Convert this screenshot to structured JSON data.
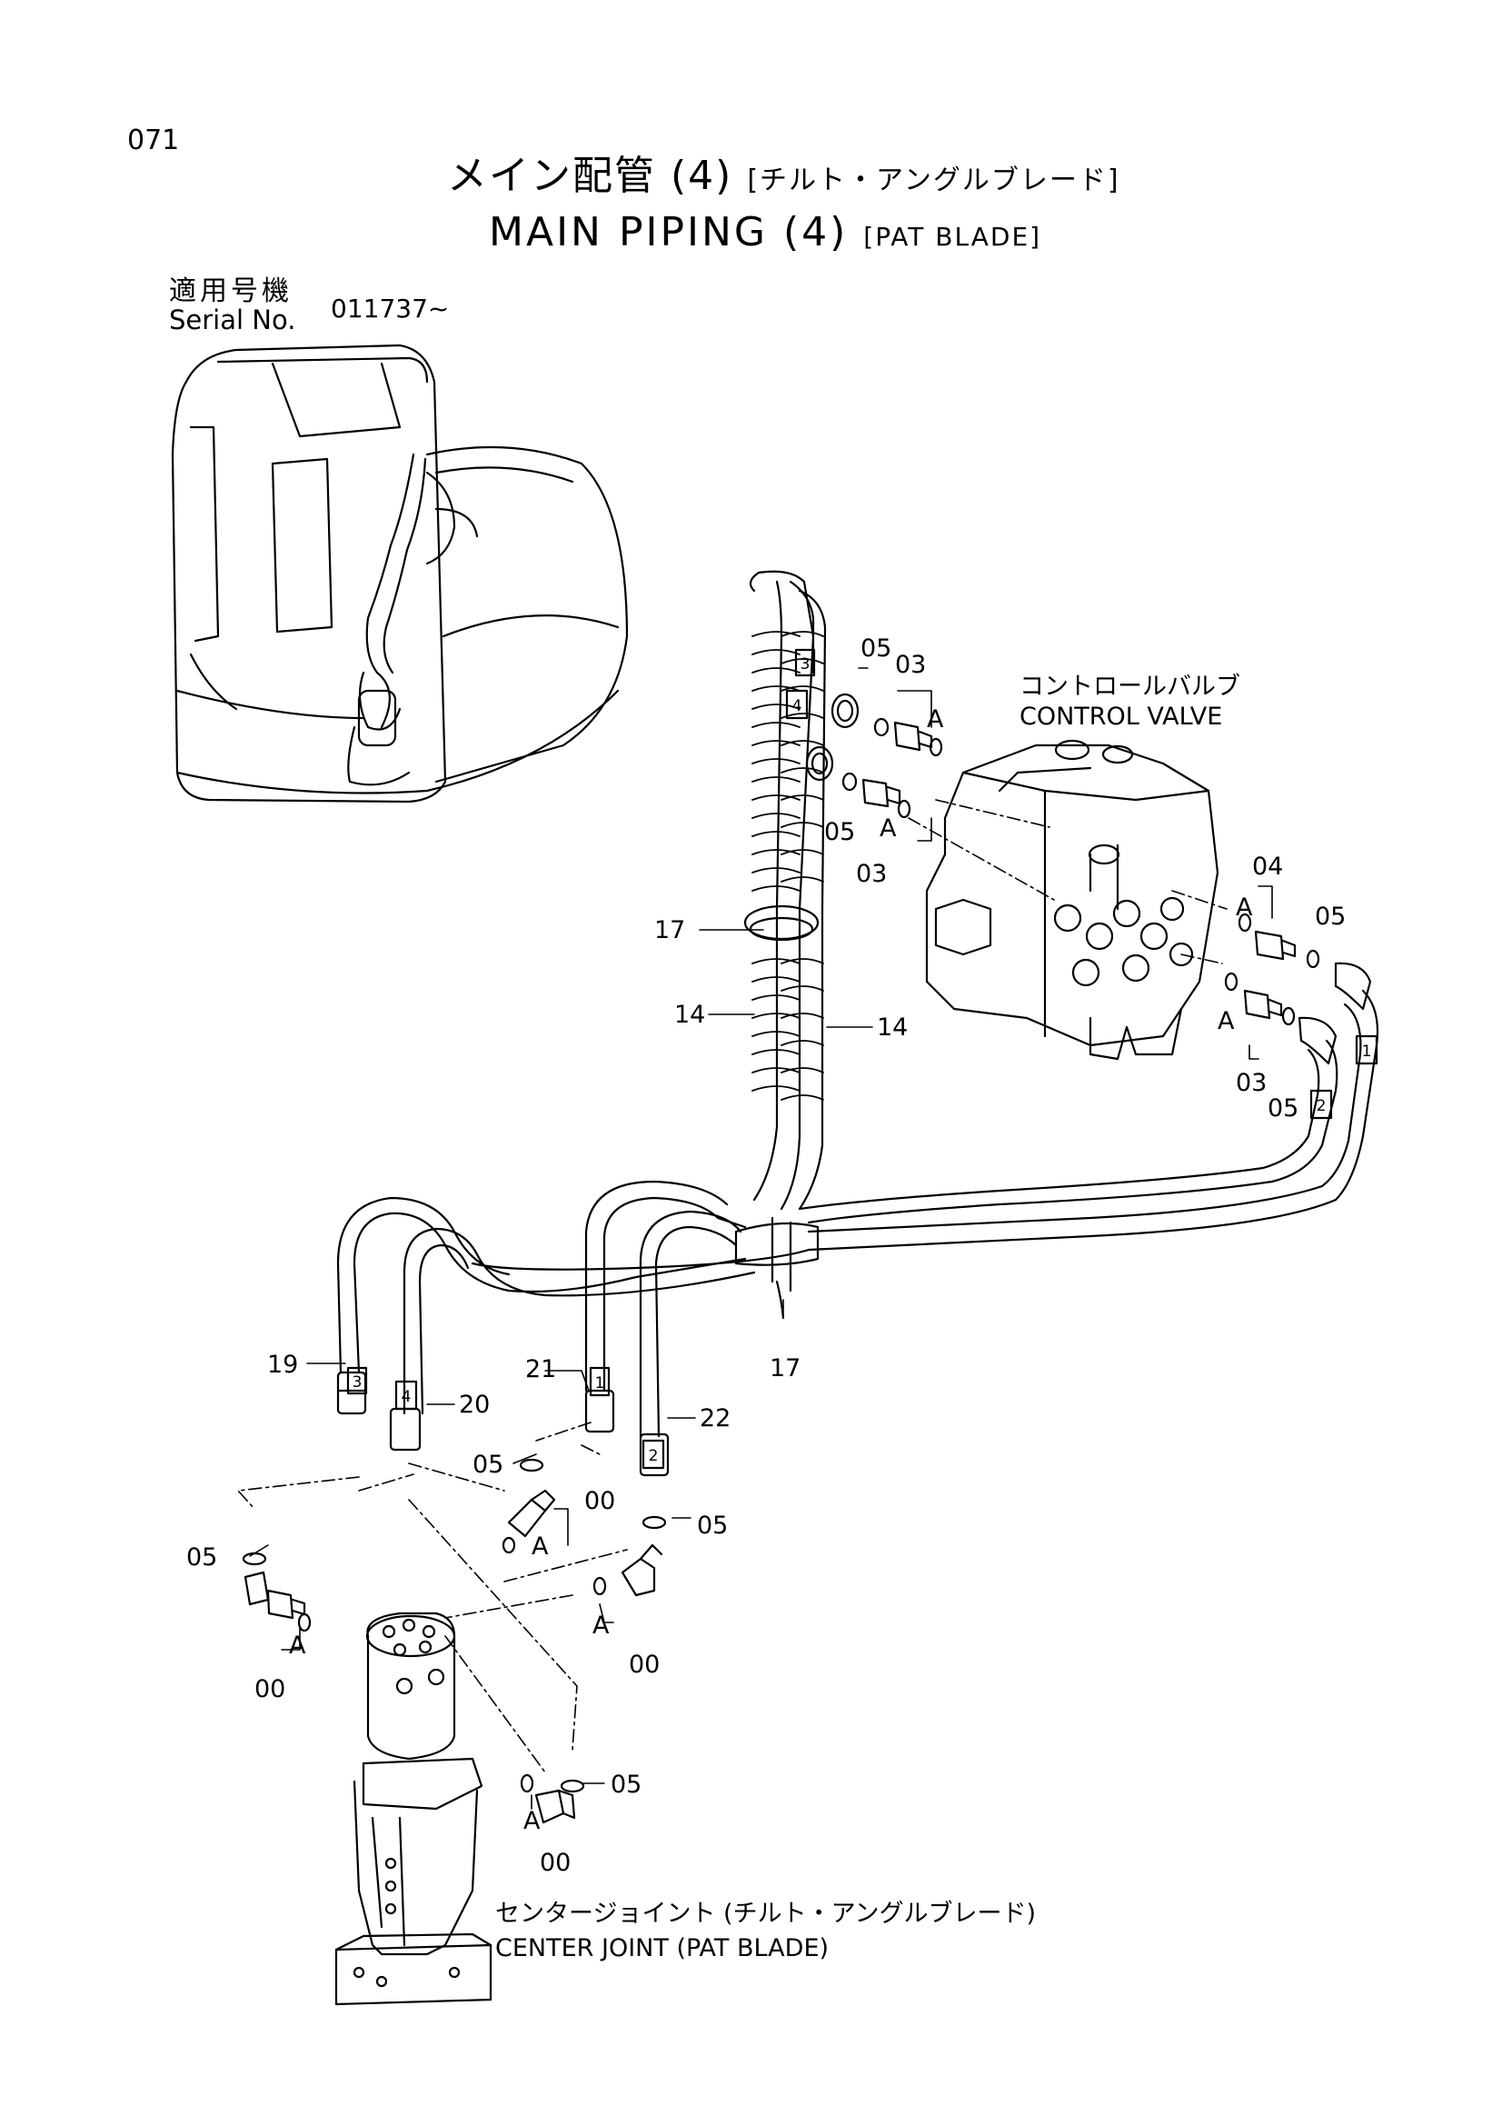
{
  "page_number": "071",
  "title": {
    "jp_main": "メイン配管 (4)",
    "jp_sub": "[チルト・アングルブレード]",
    "en_main": "MAIN PIPING (4)",
    "en_sub": "[PAT BLADE]"
  },
  "serial": {
    "label_jp": "適用号機",
    "label_en": "Serial No.",
    "value": "011737~"
  },
  "captions": {
    "control_valve_jp": "コントロールバルブ",
    "control_valve_en": "CONTROL VALVE",
    "center_joint_jp": "センタージョイント (チルト・アングルブレード)",
    "center_joint_en": "CENTER JOINT (PAT BLADE)"
  },
  "part_labels": {
    "p05_a": "05",
    "p03_a": "03",
    "A_a": "A",
    "p05_b": "05",
    "p03_b": "03",
    "A_b": "A",
    "p04": "04",
    "A_c": "A",
    "p05_c": "05",
    "A_d": "A",
    "p03_d": "03",
    "p05_d": "05",
    "p17_top": "17",
    "p14_left": "14",
    "p14_right": "14",
    "p17_bottom": "17",
    "p19": "19",
    "p20": "20",
    "p21": "21",
    "p22": "22",
    "p05_e": "05",
    "p00_e": "00",
    "A_e": "A",
    "p05_f": "05",
    "p05_g": "05",
    "A_g": "A",
    "p00_g": "00",
    "A_h": "A",
    "p00_h": "00",
    "p05_i": "05",
    "A_i": "A",
    "p00_i": "00"
  },
  "hose_tags": {
    "t3_top": "3",
    "t4_top": "4",
    "t1_right": "1",
    "t2_right": "2",
    "t3_bottom": "3",
    "t4_bottom": "4",
    "t1_bottom": "1",
    "t2_bottom": "2"
  }
}
